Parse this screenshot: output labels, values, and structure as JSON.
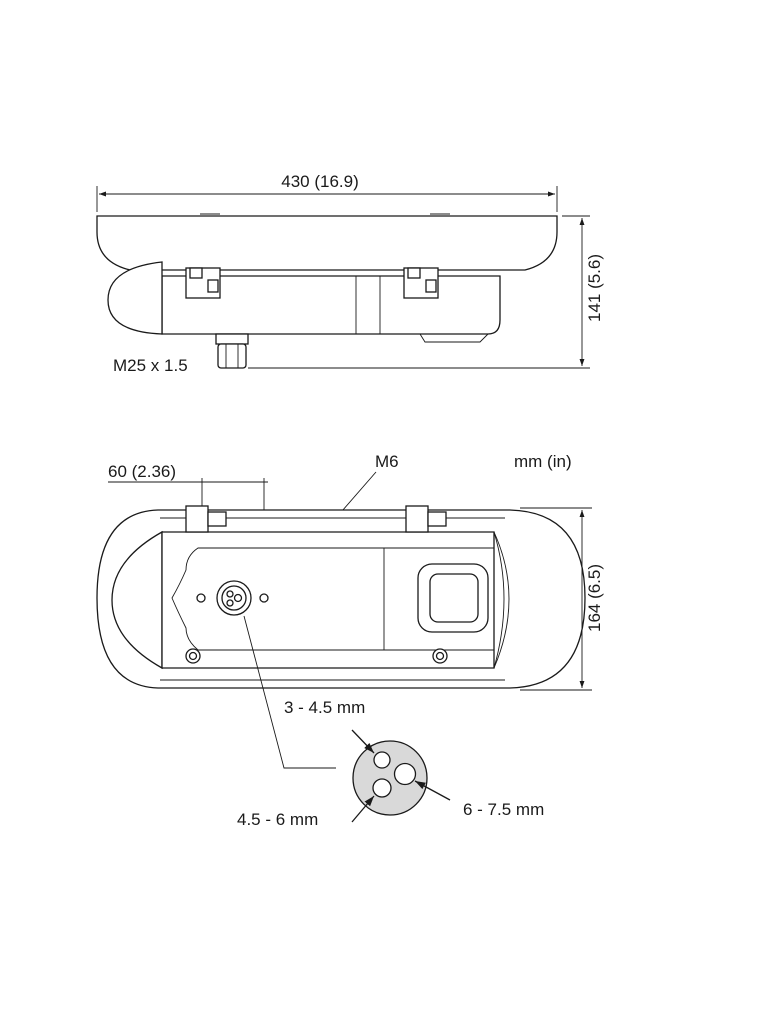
{
  "side_view": {
    "width_dim": "430 (16.9)",
    "height_dim": "141 (5.6)",
    "gland_label": "M25 x 1.5"
  },
  "bottom_view": {
    "offset_dim": "60 (2.36)",
    "thread_label": "M6",
    "units_label": "mm (in)",
    "height_dim": "164 (6.5)"
  },
  "gland_detail": {
    "small_hole": "3 - 4.5 mm",
    "medium_hole": "4.5 - 6 mm",
    "large_hole": "6 - 7.5 mm"
  }
}
